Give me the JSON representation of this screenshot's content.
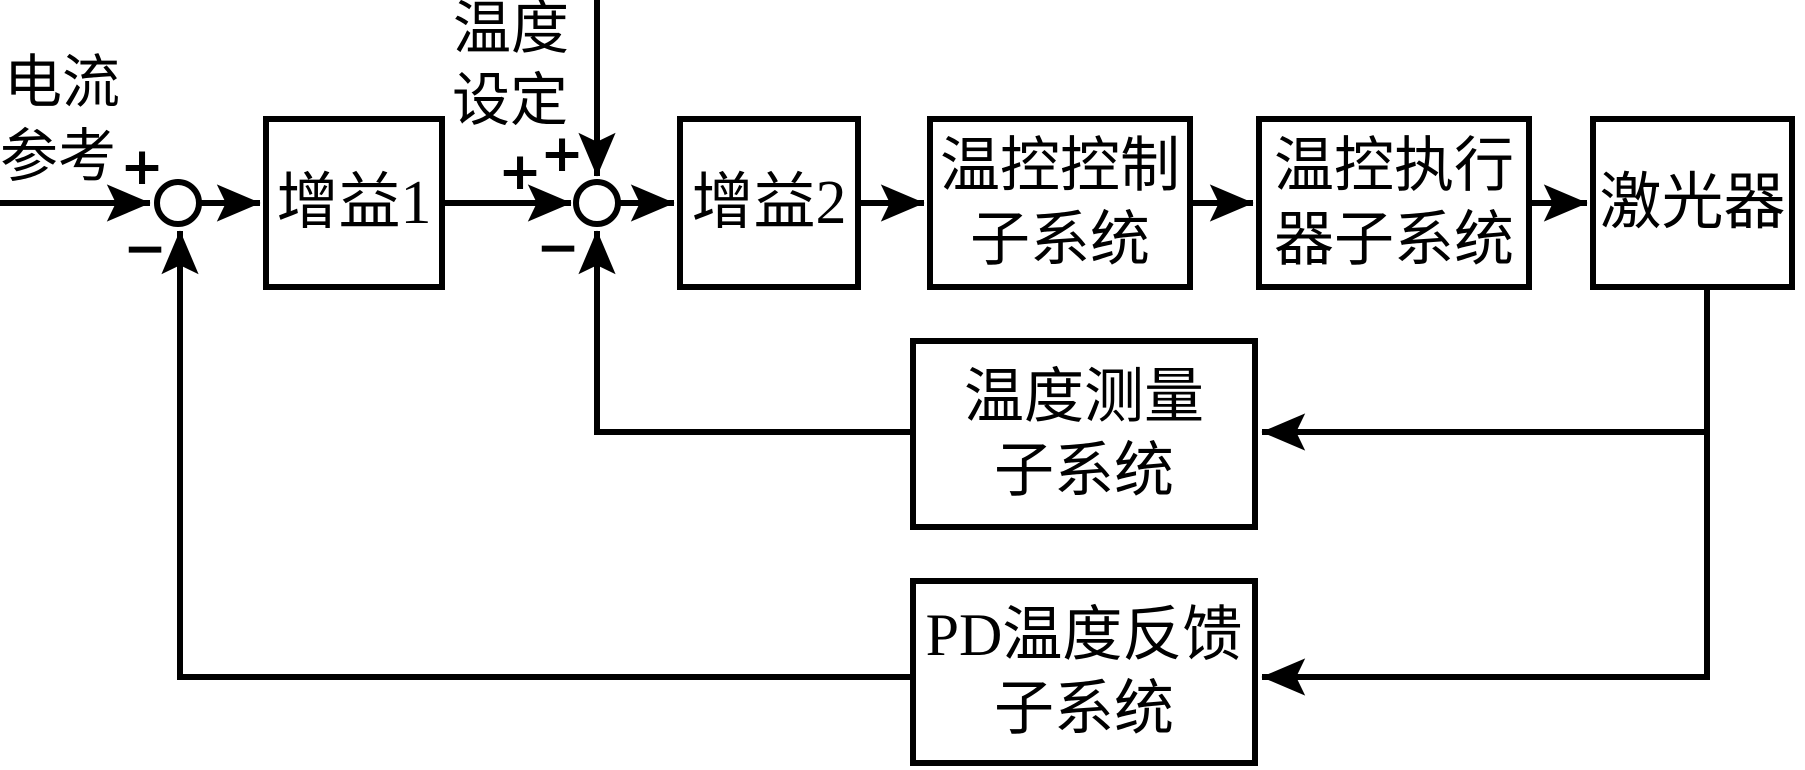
{
  "diagram": {
    "title_semantic": "laser temperature control feedback block diagram",
    "colors": {
      "stroke": "#000000",
      "background": "#ffffff"
    },
    "inputs": {
      "current_reference": {
        "line1": "电流",
        "line2": "参考"
      },
      "temperature_setting": {
        "line1": "温度",
        "line2": "设定"
      }
    },
    "junctions": {
      "junction1": {
        "plus": "+",
        "minus": "−"
      },
      "junction2": {
        "plus_left": "+",
        "plus_top": "+",
        "minus": "−"
      }
    },
    "blocks": {
      "gain1": {
        "label": "增益1"
      },
      "gain2": {
        "label": "增益2"
      },
      "temp_control_controller": {
        "line1": "温控控制",
        "line2": "子系统"
      },
      "temp_control_actuator": {
        "line1": "温控执行",
        "line2": "器子系统"
      },
      "laser": {
        "label": "激光器"
      },
      "temp_measurement": {
        "line1": "温度测量",
        "line2": "子系统"
      },
      "pd_temp_feedback": {
        "line1": "PD温度反馈",
        "line2": "子系统"
      }
    }
  }
}
